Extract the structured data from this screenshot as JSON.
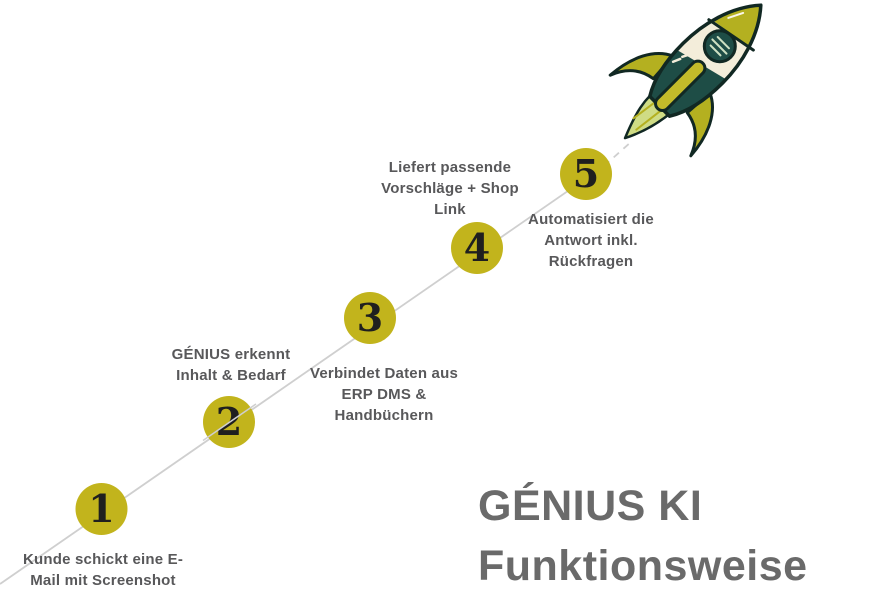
{
  "title": "GÉNIUS KI\nFunktionsweise",
  "steps": [
    {
      "number": "1",
      "label": "Kunde schickt eine E-\nMail mit Screenshot"
    },
    {
      "number": "2",
      "label": "GÉNIUS erkennt\nInhalt & Bedarf"
    },
    {
      "number": "3",
      "label": "Verbindet Daten aus\nERP DMS &\nHandbüchern"
    },
    {
      "number": "4",
      "label": "Liefert passende\nVorschläge + Shop\nLink"
    },
    {
      "number": "5",
      "label": "Automatisiert die\nAntwort inkl.\nRückfragen"
    }
  ],
  "icons": {
    "rocket": "rocket-launch-illustration"
  },
  "colors": {
    "background": "#ffffff",
    "step_circle": "#c2b41c",
    "step_number": "#1f1f1f",
    "label_text": "#58585a",
    "title_text": "#6a6a6a",
    "trail_line": "#cfcfcf",
    "rocket_teal": "#1e4d46",
    "rocket_outline": "#112823",
    "rocket_cream": "#f3edda",
    "rocket_olive": "#b4b020",
    "rocket_flame": "#cfdc85",
    "rocket_stick": "#c3bb2a"
  }
}
